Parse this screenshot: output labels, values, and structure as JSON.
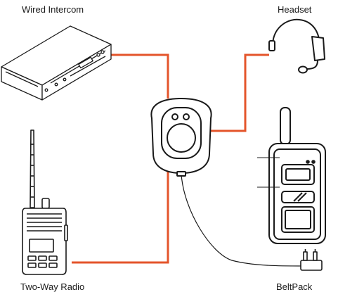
{
  "labels": {
    "wired_intercom": "Wired Intercom",
    "headset": "Headset",
    "two_way_radio": "Two-Way Radio",
    "beltpack": "BeltPack"
  },
  "colors": {
    "cable": "#e4552b",
    "outline": "#1a1a1a",
    "background": "#ffffff"
  },
  "icons": {
    "wired_intercom": "rack-unit-icon",
    "headset": "headset-icon",
    "two_way_radio": "walkie-talkie-icon",
    "beltpack": "beltpack-icon",
    "hub": "interface-hub-icon",
    "connector": "dual-pin-connector-icon"
  }
}
